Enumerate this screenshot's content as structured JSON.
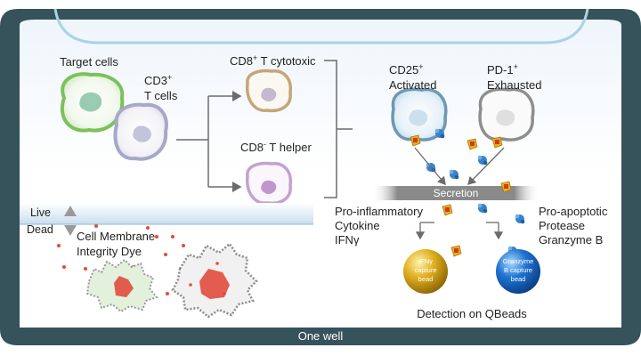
{
  "cells": {
    "target": "Target cells",
    "cd3_main": "CD3",
    "cd3_sup": "+",
    "cd3_line2": "T cells",
    "cd8pos_pre": "CD8",
    "cd8pos_sup": "+",
    "cd8pos_post": " T cytotoxic",
    "cd8neg_pre": "CD8",
    "cd8neg_sup": "-",
    "cd8neg_post": " T helper",
    "cd25_main": "CD25",
    "cd25_sup": "+",
    "cd25_line2": "Activated",
    "pd1_main": "PD-1",
    "pd1_sup": "+",
    "pd1_line2": "Exhausted"
  },
  "secretion": {
    "label": "Secretion"
  },
  "left_secreted": {
    "line1": "Pro-inflammatory",
    "line2": "Cytokine",
    "line3": "IFNγ"
  },
  "right_secreted": {
    "line1": "Pro-apoptotic",
    "line2": "Protease",
    "line3": "Granzyme B"
  },
  "beads": {
    "ifn_line1": "IFNγ",
    "ifn_line2": "capture",
    "ifn_line3": "bead",
    "gzb_line1": "Granzyme",
    "gzb_line2": "B capture",
    "gzb_line3": "bead"
  },
  "detection": "Detection on QBeads",
  "viability": {
    "live": "Live",
    "dead": "Dead",
    "dye_line1": "Cell Membrane",
    "dye_line2": "Integrity Dye"
  },
  "footer": "One well",
  "colors": {
    "well_outer": "#36525a",
    "well_rim": "#a9d4e3",
    "target_cell": "#7cc05b",
    "cd3_cell": "#a7a8c8",
    "cd8pos_cell": "#c4a57a",
    "cd8neg_cell": "#c2a2cf",
    "ifn_bead": "#d6a416",
    "gzb_bead": "#1f74d1",
    "dead_spot": "#e14b3e"
  }
}
